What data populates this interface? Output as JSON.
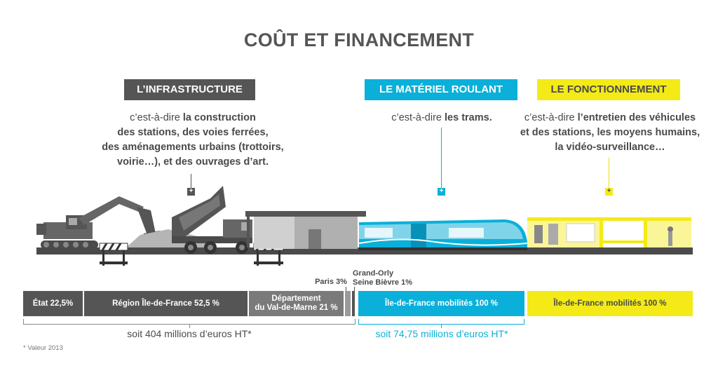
{
  "title": "COÛT ET FINANCEMENT",
  "sections": {
    "infrastructure": {
      "label": "L’INFRASTRUCTURE",
      "desc_prefix": "c’est-à-dire ",
      "desc_lines": [
        "la construction",
        "des stations, des voies ferrées,",
        "des aménagements urbains (trottoirs,",
        "voirie…), et des ouvrages d’art."
      ],
      "color": "#555555"
    },
    "materiel": {
      "label": "LE MATÉRIEL ROULANT",
      "desc_prefix": "c’est-à-dire ",
      "desc_bold": "les trams.",
      "color": "#0ab0d9"
    },
    "fonctionnement": {
      "label": "LE FONCTIONNEMENT",
      "desc_prefix": "c’est-à-dire ",
      "desc_lines": [
        "l’entretien des véhicules",
        "et des stations, les moyens humains,",
        "la vidéo-surveillance…"
      ],
      "color": "#f4ea18"
    }
  },
  "icons": {
    "plus": "+"
  },
  "financing": {
    "etat": {
      "label": "État 22,5%",
      "share": 22.5
    },
    "region": {
      "label": "Région Île-de-France 52,5 %",
      "share": 52.5
    },
    "departement": {
      "line1": "Département",
      "line2": "du Val-de-Marne 21 %",
      "share": 21
    },
    "paris": {
      "label": "Paris 3%",
      "share": 3
    },
    "grand_orly": {
      "line1": "Grand-Orly",
      "line2": "Seine Bièvre 1%",
      "share": 1
    },
    "idfm_materiel": {
      "label": "Île-de-France mobilités 100 %",
      "share": 100
    },
    "idfm_fonctionnement": {
      "label": "Île-de-France mobilités 100 %",
      "share": 100
    }
  },
  "totals": {
    "infrastructure": "soit 404 millions d’euros HT*",
    "materiel": "soit 74,75 millions d’euros HT*"
  },
  "footnote": "* Valeur 2013",
  "colors": {
    "dark_gray": "#555555",
    "mid_gray": "#7a7a7a",
    "light_gray": "#9a9a9a",
    "cyan": "#0ab0d9",
    "yellow": "#f4ea18",
    "text": "#4a4a4a"
  }
}
